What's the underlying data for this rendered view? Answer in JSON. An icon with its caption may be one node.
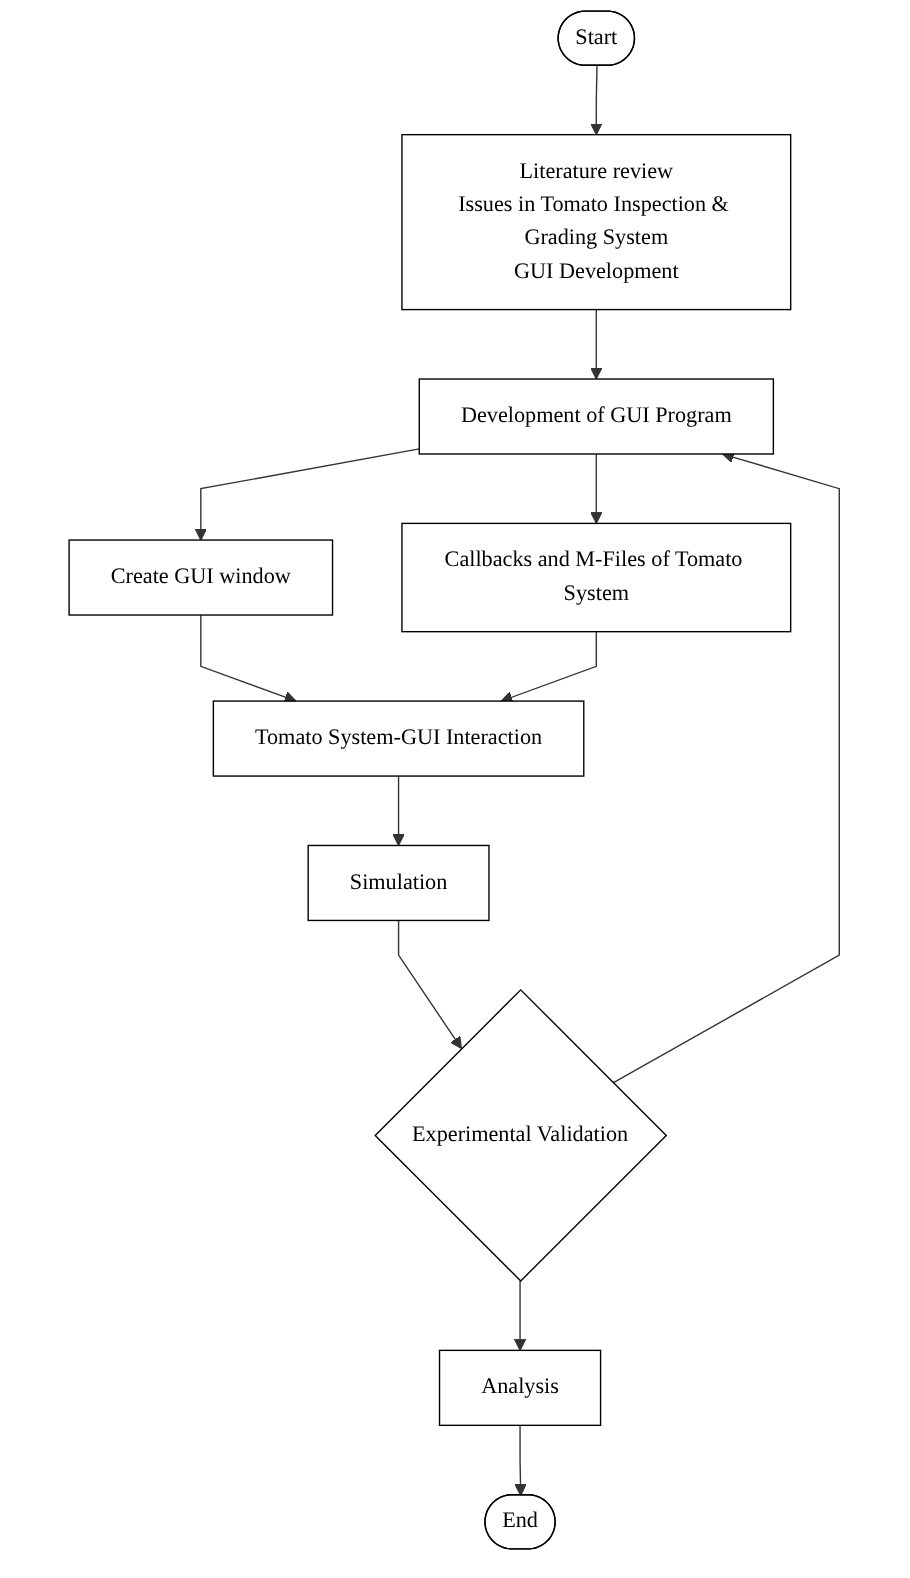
{
  "diagram": {
    "nodes": [
      {
        "text": [
          "Start"
        ]
      },
      {
        "text": [
          "Literature review",
          "Issues in Tomato Inspection & Grading System",
          "GUI Development"
        ]
      },
      {
        "text": [
          "Development of GUI Program"
        ]
      },
      {
        "text": [
          "Create GUI window"
        ]
      },
      {
        "text": [
          "Callbacks and M-Files of Tomato System"
        ]
      },
      {
        "text": [
          "Tomato System-GUI Interaction"
        ]
      },
      {
        "text": [
          "Simulation"
        ]
      },
      {
        "text": [
          "Experimental Validation"
        ]
      },
      {
        "text": [
          "Analysis"
        ]
      },
      {
        "text": [
          "End"
        ]
      }
    ],
    "edges": [
      {
        "from": 0,
        "to": 1,
        "arrow": "to"
      },
      {
        "from": 1,
        "to": 2,
        "arrow": "to"
      },
      {
        "from": 2,
        "to": 3,
        "arrow": "to"
      },
      {
        "from": 2,
        "to": 4,
        "arrow": "to"
      },
      {
        "from": 3,
        "to": 5,
        "arrow": "to"
      },
      {
        "from": 4,
        "to": 5,
        "arrow": "to"
      },
      {
        "from": 5,
        "to": 6,
        "arrow": "to"
      },
      {
        "from": 6,
        "to": 7,
        "arrow": "to"
      },
      {
        "from": 7,
        "to": 8,
        "arrow": "to"
      },
      {
        "from": 8,
        "to": 9,
        "arrow": "to"
      },
      {
        "from": 7,
        "to": 2,
        "arrow": "to"
      }
    ]
  }
}
